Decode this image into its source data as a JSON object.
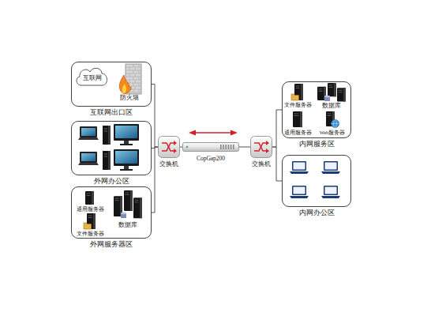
{
  "diagram": {
    "nodes": [
      {
        "text": [
          "互联网出口区"
        ]
      },
      {
        "text": [
          "互联网"
        ],
        "in": 0
      },
      {
        "text": [
          "防火墙"
        ],
        "in": 0
      },
      {
        "text": [
          "外网办公区"
        ]
      },
      {
        "text": [
          "外网服务器区"
        ]
      },
      {
        "text": [
          "通用服务器"
        ],
        "in": 4
      },
      {
        "text": [
          "文件服务器"
        ],
        "in": 4
      },
      {
        "text": [
          "数据库"
        ],
        "in": 4
      },
      {
        "text": [
          "交换机"
        ]
      },
      {
        "text": [
          "CopGap200"
        ]
      },
      {
        "text": [
          "交换机"
        ]
      },
      {
        "text": [
          "内网服务区"
        ]
      },
      {
        "text": [
          "文件服务器"
        ],
        "in": 11
      },
      {
        "text": [
          "数据库"
        ],
        "in": 11
      },
      {
        "text": [
          "通用服务器"
        ],
        "in": 11
      },
      {
        "text": [
          "Web服务器"
        ],
        "in": 11
      },
      {
        "text": [
          "内网办公区"
        ]
      }
    ],
    "edges": [
      {
        "from": 0,
        "to": 8,
        "arrow": "none"
      },
      {
        "from": 3,
        "to": 8,
        "arrow": "none"
      },
      {
        "from": 4,
        "to": 8,
        "arrow": "none"
      },
      {
        "from": 8,
        "to": 9,
        "arrow": "none"
      },
      {
        "from": 9,
        "to": 10,
        "arrow": "none"
      },
      {
        "from": 10,
        "to": 11,
        "arrow": "none"
      },
      {
        "from": 10,
        "to": 16,
        "arrow": "none"
      }
    ]
  }
}
